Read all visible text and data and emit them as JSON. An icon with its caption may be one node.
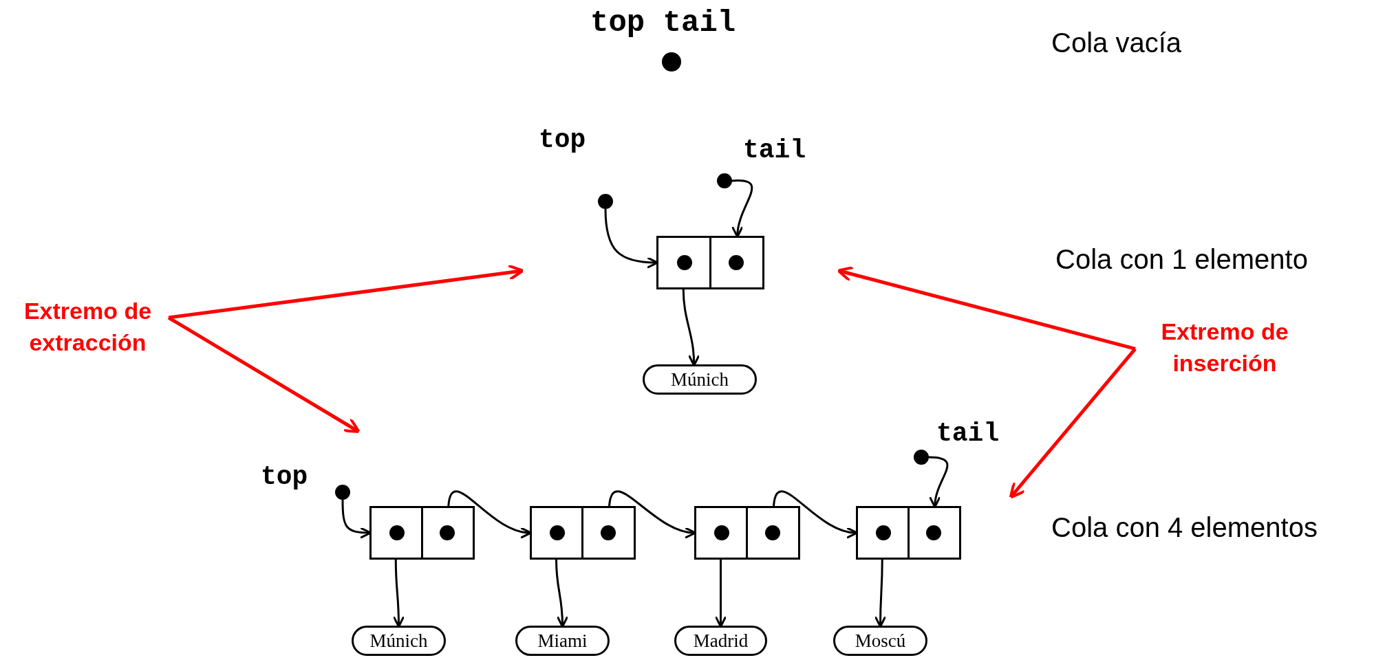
{
  "diagram": {
    "nodes": [
      {
        "text": [
          "Extremo de extracción"
        ]
      },
      {
        "text": [],
        "shape": "circle",
        "beside": [
          "top"
        ]
      },
      {
        "text": [],
        "shape": "circle",
        "beside": [
          "tail"
        ]
      },
      {
        "text": [],
        "shape": "box"
      },
      {
        "text": [
          "Múnich"
        ]
      },
      {
        "text": [
          "Extremo de inserción"
        ]
      },
      {
        "text": [],
        "shape": "circle",
        "beside": [
          "tail"
        ]
      },
      {
        "text": [],
        "shape": "circle",
        "beside": [
          "top"
        ]
      },
      {
        "text": [],
        "shape": "box"
      },
      {
        "text": [],
        "shape": "box"
      },
      {
        "text": [],
        "shape": "box"
      },
      {
        "text": [],
        "shape": "box"
      },
      {
        "text": [
          "Múnich"
        ]
      },
      {
        "text": [
          "Miami"
        ]
      },
      {
        "text": [
          "Madrid"
        ]
      },
      {
        "text": [
          "Moscú"
        ]
      }
    ],
    "edges": [
      {
        "from": 1,
        "to": 3,
        "arrow": "to"
      },
      {
        "from": 2,
        "to": 3,
        "arrow": "to"
      },
      {
        "from": 3,
        "to": 4,
        "arrow": "to"
      },
      {
        "from": 0,
        "to": null,
        "arrow": "to",
        "color": "#ff0000"
      },
      {
        "from": 0,
        "to": null,
        "arrow": "to",
        "color": "#ff0000"
      },
      {
        "from": 5,
        "to": null,
        "arrow": "to",
        "color": "#ff0000"
      },
      {
        "from": 5,
        "to": null,
        "arrow": "to",
        "color": "#ff0000"
      },
      {
        "from": 7,
        "to": 8,
        "arrow": "to"
      },
      {
        "from": 6,
        "to": 11,
        "arrow": "to"
      },
      {
        "from": 8,
        "to": 9,
        "arrow": "to"
      },
      {
        "from": 9,
        "to": 10,
        "arrow": "to"
      },
      {
        "from": 10,
        "to": 11,
        "arrow": "to"
      },
      {
        "from": 8,
        "to": 12,
        "arrow": "to"
      },
      {
        "from": 9,
        "to": 13,
        "arrow": "to"
      },
      {
        "from": 10,
        "to": 14,
        "arrow": "to"
      },
      {
        "from": 11,
        "to": 15,
        "arrow": "to"
      }
    ],
    "labels": [
      "top tail",
      "Cola vacía",
      "Cola con 1 elemento",
      "Cola con 4 elementos"
    ]
  }
}
